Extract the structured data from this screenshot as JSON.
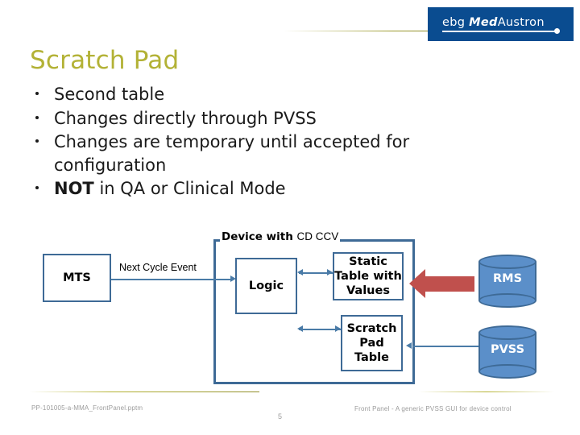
{
  "brand": {
    "prefix": "ebg ",
    "med": "Med",
    "suffix": "Austron",
    "box_color": "#0A4C90"
  },
  "title": "Scratch Pad",
  "bullets": [
    {
      "pre": "Second table",
      "bold": "",
      "post": ""
    },
    {
      "pre": "Changes directly through PVSS",
      "bold": "",
      "post": ""
    },
    {
      "pre": "Changes are temporary until accepted for configuration",
      "bold": "",
      "post": ""
    },
    {
      "pre": "",
      "bold": "NOT",
      "post": " in QA or Clinical Mode"
    }
  ],
  "diagram": {
    "container_label_bold": "Device with ",
    "container_label_rest": "CD CCV",
    "boxes": {
      "mts": "MTS",
      "logic": "Logic",
      "static_table": "Static Table with Values",
      "scratch_pad": "Scratch Pad Table"
    },
    "edge_label_next_cycle": "Next Cycle Event",
    "cylinders": [
      {
        "label": "RMS"
      },
      {
        "label": "PVSS"
      }
    ],
    "colors": {
      "box_border": "#3E6A96",
      "connector": "#4A7BA7",
      "cylinder_fill": "#5B8FC9",
      "red_arrow": "#C0504D"
    }
  },
  "footer": {
    "file": "PP-101005-a-MMA_FrontPanel.pptm",
    "page": "5",
    "subtitle": "Front Panel - A generic PVSS GUI for device control"
  },
  "accent": {
    "title_color": "#B3B236",
    "rule_color": "#B5B333"
  }
}
